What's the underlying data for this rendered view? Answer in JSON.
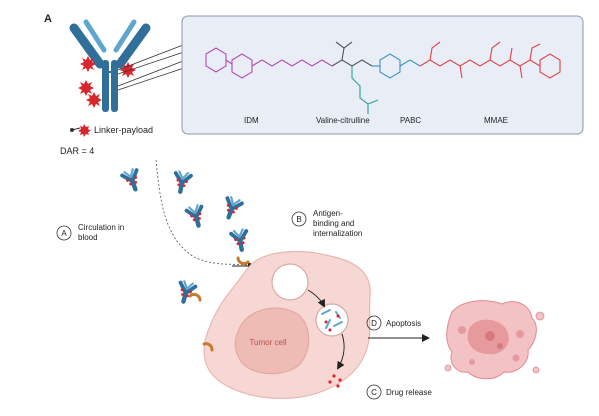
{
  "panel_label": "A",
  "legend": {
    "linker_payload": "Linker-payload",
    "dar": "DAR = 4"
  },
  "structure_labels": [
    "IDM",
    "Valine-citrulline",
    "PABC",
    "MMAE"
  ],
  "steps": [
    {
      "letter": "A",
      "lines": [
        "Circulation in",
        "blood"
      ]
    },
    {
      "letter": "B",
      "lines": [
        "Antigen-",
        "binding and",
        "internalization"
      ]
    },
    {
      "letter": "D",
      "lines": [
        "Apoptosis"
      ]
    },
    {
      "letter": "C",
      "lines": [
        "Drug release"
      ]
    }
  ],
  "cell_label": "Tumor cell",
  "colors": {
    "antibody": "#2f6f9a",
    "antibody_light": "#5ea6cf",
    "payload": "#d9252c",
    "idm": "#b04ab8",
    "valcit": "#2aa197",
    "pabc": "#3d8fc9",
    "mmae": "#e0414a",
    "cell": "#f7d7d4",
    "nucleus": "#eebbb5",
    "receptor": "#c8792c",
    "apoptotic": "#e69a9e",
    "box_bg": "#e9eef6"
  }
}
